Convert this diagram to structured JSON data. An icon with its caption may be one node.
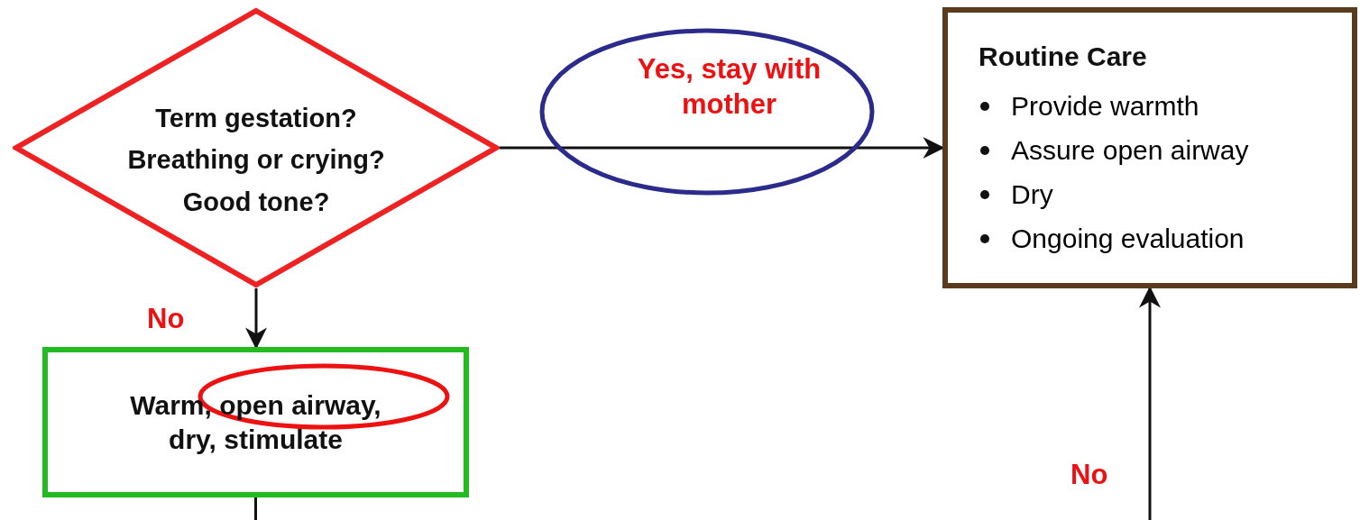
{
  "diagram": {
    "nodes": [
      {
        "text": [
          "Term gestation?",
          "Breathing or crying?",
          "Good tone?"
        ]
      },
      {
        "text": [
          "Routine Care",
          "Provide warmth",
          "Assure open airway",
          "Dry",
          "Ongoing evaluation"
        ]
      },
      {
        "text": [
          "Warm, open airway, dry, stimulate"
        ]
      }
    ],
    "edges": [
      {
        "from": 0,
        "to": 1,
        "arrow": "to",
        "label": "Yes, stay with mother"
      },
      {
        "from": 0,
        "to": 2,
        "arrow": "to",
        "label": "No"
      },
      {
        "from": null,
        "to": 1,
        "arrow": "to",
        "label": "No"
      },
      {
        "from": 2,
        "to": null,
        "arrow": "none"
      }
    ]
  }
}
